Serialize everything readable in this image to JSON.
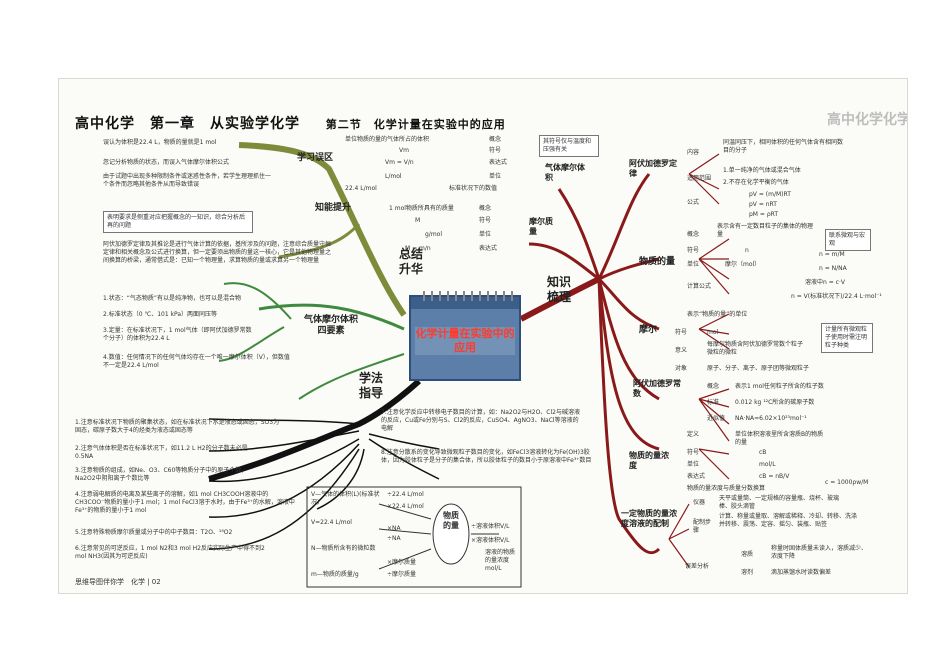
{
  "header": {
    "title": "高中化学　第一章　从实验学化学",
    "section": "第二节　化学计量在实验中的应用",
    "ghost": "高中化学化学"
  },
  "center_title": "化学计量在实验中的应用",
  "main_nodes": {
    "summary": "总结升华",
    "knowledge": "知识梳理",
    "method": "学法指导"
  },
  "left_top": {
    "mistakes_label": "学习误区",
    "m1": "误认为体积是22.4 L，物质的量就是1 mol",
    "m2": "忽记分析物质的状态，而误入气体摩尔体积公式",
    "m3": "由于试题中出现多种限制条件或迷惑性条件，若学生理理抓住一个条件而忽略其他条件从而导致错误",
    "improve_label": "知能提升",
    "i1": "表明要求是侧重对应把握概念的一知识，综合分析后再的问题",
    "i2": "阿伏加德罗定律及其推论是进行气体计算的依据，基所涉及的问题，注意综合质量守恒定律和相关概念及公式进行换算，但一定要须出物质的量这一核心，它是其他物理量之间换算的桥梁，通常借式是：已知一个物理量，求算物质的量或求算另一个物理量"
  },
  "left_mid": {
    "gas_label": "气体摩尔体积四要素",
    "g1": "1.状态：“气态物质”有以是纯净物，也可以是混合物",
    "g2": "2.标准状态（0 ℃、101 kPa）两面同压等",
    "g3": "3.定量：在标准状况下，1 mol气体（即阿伏加德罗常数个分子）的体积为22.4 L",
    "g4": "4.数值：任何情况下的任何气体均存在一个唯一摩尔体积（V），但数值不一定是22.4 L/mol"
  },
  "left_bottom": {
    "n1": "1.注意标准状况下物质的聚集状态，如在标准状况下水是液态或固态，SO3为固态，碳原子数大于4的烃类为液态或固态等",
    "n2": "2.注意气体体积是否在标准状况下，如11.2 L H2的分子数未必是0.5NA",
    "n3": "3.注意物质的组成，如Ne、O3、C60等物质分子中的原子个数，Na2O2中阴阳离子个数比等",
    "n4": "4.注意弱电解质的电离及某些离子的溶解，如1 mol CH3COOH溶液中的CH3COO⁻物质的量小于1 mol；1 mol FeCl3溶于水时，由于Fe³⁺的水解，溶液中Fe³⁺的物质的量小于1 mol",
    "n5": "5.注意特殊物质摩尔质量或分子中的中子数目：T2O、¹⁸O2",
    "n6": "6.注意常见的可逆反应，1 mol N2和3 mol H2反应实际生产中得不到2 mol NH3(因其为可逆反应)"
  },
  "mid_notes": {
    "m7": "7.注意化学反应中转移电子数目的计算，如：Na2O2与H2O、Cl2与碱溶液的反应，Cu或Fe分别与S、Cl2的反应，CuSO4、AgNO3、NaCl等溶液的电解",
    "m8": "8.注意分散系的变化导致微观粒子数目的变化，如FeCl3溶液转化为Fe(OH)3胶体，因为胶体粒子是分子的集合体，所以胶体粒子的数目小于原溶液中Fe³⁺数目"
  },
  "formula": {
    "v": "V—气体的体积(L)(标准状况)",
    "v_in": "V=22.4 L/mol",
    "mass": "m—物质的质量/g",
    "n_label": "N—物质所含有的微粒数",
    "center": "物质的量",
    "c": "溶液的物质的量浓度mol/L",
    "ops": [
      "÷22.4 L/mol",
      "×22.4 L/mol",
      "×NA",
      "÷NA",
      "×摩尔质量",
      "÷摩尔质量",
      "÷溶液体积V/L",
      "×溶液体积V/L"
    ]
  },
  "gas_molar": {
    "rows": [
      "单位物质的量的气体所占的体积",
      "Vm",
      "Vm = V/n",
      "L/mol",
      "22.4 L/mol"
    ],
    "labels": [
      "概念",
      "符号",
      "表达式",
      "单位",
      "标准状况下的数值"
    ],
    "node": "气体摩尔体积",
    "note": "其符号仅与温度和压强有关"
  },
  "molar_mass": {
    "rows": [
      "1 mol物质所具有的质量",
      "M",
      "g/mol",
      "M = m/n"
    ],
    "labels": [
      "概念",
      "符号",
      "单位",
      "表达式"
    ],
    "node": "摩尔质量"
  },
  "avogadro_law": {
    "node": "阿伏加德罗定律",
    "content": "内容",
    "content_text": "同温同压下，相同体积的任何气体含有相同数目的分子",
    "scope": "适用范围",
    "s1": "1.单一纯净的气体或混合气体",
    "s2": "2.不存在化学平衡的气体",
    "formula": "公式",
    "f1": "pV = (m/M)RT",
    "f2": "pV = nRT",
    "f3": "pM = ρRT"
  },
  "amount": {
    "node": "物质的量",
    "concept": "概念",
    "concept_text": "表示含有一定数目粒子的集体的物理量",
    "related": "联系微观与宏观",
    "symbol": "符号",
    "symbol_val": "n",
    "unit": "单位",
    "unit_val": "摩尔（mol）",
    "calc": "计算公式",
    "c1": "n = m/M",
    "c2": "n = N/NA",
    "c3": "溶液中n = c·V",
    "c4": "n = V(标准状况下)/22.4 L·mol⁻¹"
  },
  "mole": {
    "node": "摩尔",
    "def": "表示“物质的量”的单位",
    "symbol": "符号",
    "symbol_val": "mol",
    "meaning": "意义",
    "meaning_text": "每摩尔物质含阿伏加德罗常数个粒子微粒的微粒",
    "note": "计量所有微观粒子使用时需注明粒子种类",
    "object": "对象",
    "object_text": "原子、分子、离子、原子团等微观粒子"
  },
  "avogadro_const": {
    "node": "阿伏加德罗常数",
    "concept": "概念",
    "concept_text": "表示1 mol任何粒子所含的粒子数",
    "standard": "标准",
    "standard_text": "0.012 kg ¹²C所含的碳原子数",
    "value": "近似值",
    "value_text": "NA·NA≈6.02×10²³mol⁻¹"
  },
  "concentration": {
    "node": "物质的量浓度",
    "def": "定义",
    "def_text": "单位体积溶液里所含溶质B的物质的量",
    "symbol": "符号",
    "symbol_val": "cB",
    "unit": "单位",
    "unit_val": "mol/L",
    "expr": "表达式",
    "expr_val": "cB = nB/V",
    "rel": "物质的量浓度与质量分数换算",
    "rel_val": "c = 1000ρw/M"
  },
  "prep": {
    "node": "一定物质的量浓度溶液的配制",
    "tools": "仪器",
    "tools_text": "天平或量筒、一定规格的容量瓶、烧杯、玻璃棒、胶头滴管",
    "steps": "配制步骤",
    "steps_text": "计算、称量或量取、溶解或稀释、冷却、转移、洗涤并转移、震荡、定容、摇匀、装瓶、贴签",
    "error": "误差分析",
    "solute": "溶质",
    "solute_text": "称量时固体质量未读入，溶质减少、浓度下降",
    "solvent": "溶剂",
    "solvent_text": "滴加蒸馏水时读数偏差"
  },
  "footer": "思维导图伴你学　化学 | 02"
}
